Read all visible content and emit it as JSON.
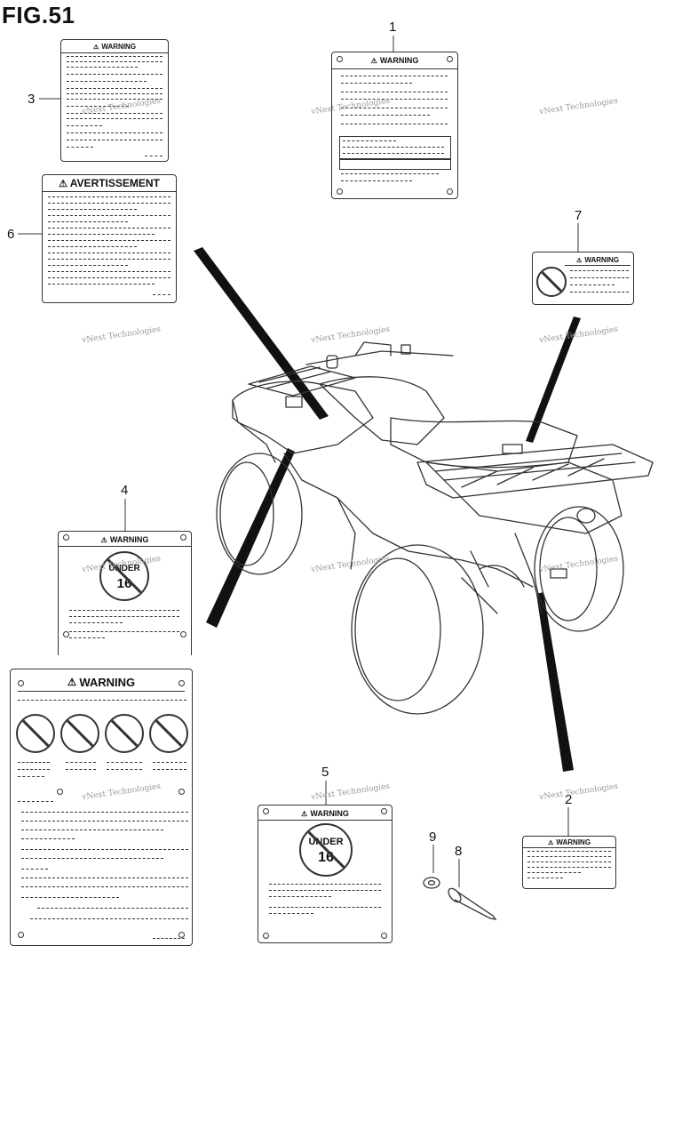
{
  "figure": {
    "title": "FIG.51"
  },
  "callouts": [
    "1",
    "2",
    "3",
    "4",
    "5",
    "6",
    "7",
    "8",
    "9"
  ],
  "labels": {
    "l1": {
      "header": "WARNING"
    },
    "l2": {
      "header": "WARNING"
    },
    "l3": {
      "header": "WARNING"
    },
    "l4": {
      "header": "WARNING",
      "under_word": "UNDER",
      "under_age": "16"
    },
    "l4b": {
      "header": "WARNING"
    },
    "l5": {
      "header": "WARNING",
      "under_word": "UNDER",
      "under_age": "16"
    },
    "l6": {
      "header": "AVERTISSEMENT"
    },
    "l7": {
      "header": "WARNING"
    }
  },
  "watermark": {
    "text": "vNext Technologies"
  },
  "icons": {
    "warning": "warning-triangle-icon",
    "prohibited": "prohibited-sign-icon"
  }
}
